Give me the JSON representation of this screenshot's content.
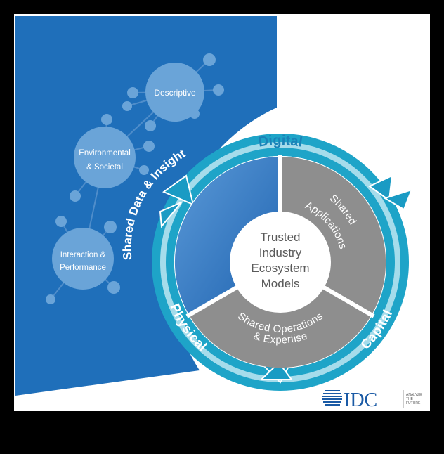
{
  "colors": {
    "frame": "#000000",
    "panel": "#ffffff",
    "fan_blue": "#1f6fba",
    "node_blue": "#6aa4d8",
    "ring_teal": "#1ea4c8",
    "ring_light": "#bde6f1",
    "segment_gray": "#8e8e8e",
    "center_white": "#ffffff",
    "brand_blue": "#1a5aa5"
  },
  "fan": {
    "band_label": "Shared Data & Insight",
    "nodes": [
      {
        "lines": [
          "Descriptive"
        ]
      },
      {
        "lines": [
          "Environmental",
          "& Societal"
        ]
      },
      {
        "lines": [
          "Interaction &",
          "Performance"
        ]
      }
    ]
  },
  "ring": {
    "labels": {
      "top": "Digital",
      "left": "Physical",
      "right": "Capital"
    }
  },
  "segments": {
    "right": {
      "lines": [
        "Shared",
        "Applications"
      ]
    },
    "bottom": {
      "lines": [
        "Shared Operations",
        "& Expertise"
      ]
    }
  },
  "center": {
    "lines": [
      "Trusted",
      "Industry",
      "Ecosystem",
      "Models"
    ]
  },
  "logo": {
    "text": "IDC",
    "tagline": [
      "ANALYZE",
      "THE",
      "FUTURE"
    ]
  }
}
